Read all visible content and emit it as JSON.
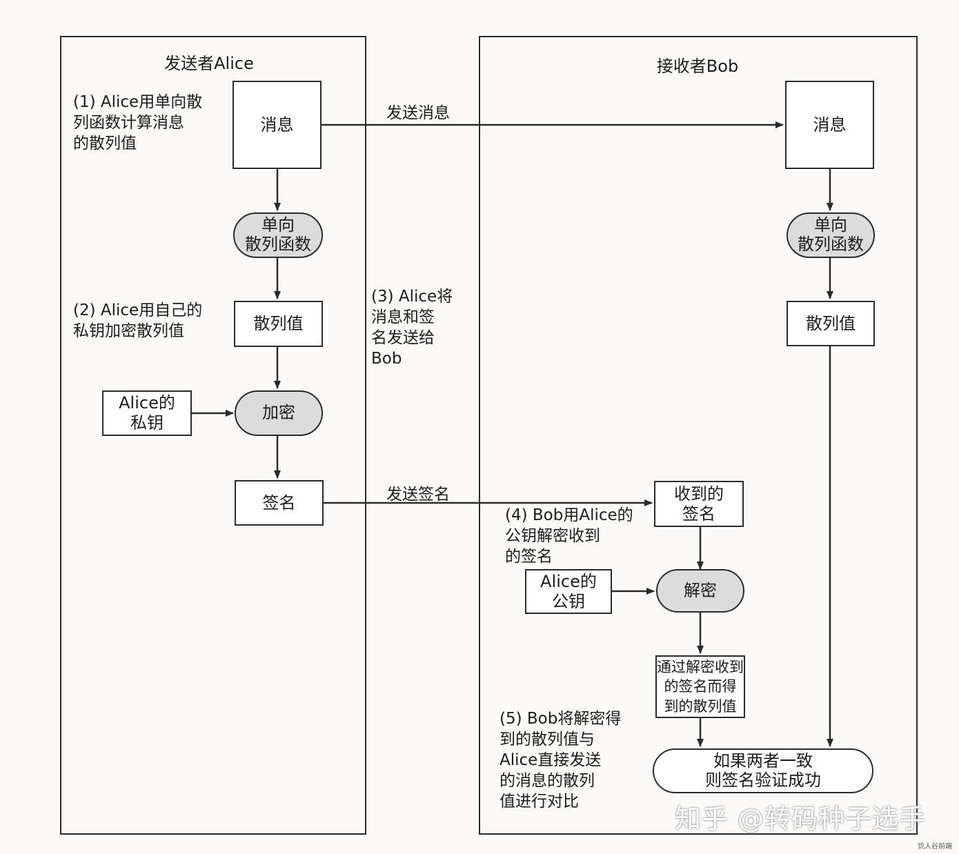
{
  "lanes": {
    "sender_title": "发送者Alice",
    "receiver_title": "接收者Bob"
  },
  "nodes": {
    "alice_message": "消息",
    "alice_hash_func": "单向\n散列函数",
    "alice_hash_value": "散列值",
    "alice_private_key": "Alice的\n私钥",
    "alice_encrypt": "加密",
    "alice_signature": "签名",
    "bob_message": "消息",
    "bob_hash_func": "单向\n散列函数",
    "bob_hash_value": "散列值",
    "bob_received_signature": "收到的\n签名",
    "bob_alice_public_key": "Alice的\n公钥",
    "bob_decrypt": "解密",
    "bob_decrypted_hash": "通过解密收到\n的签名而得\n到的散列值",
    "bob_compare": "如果两者一致\n则签名验证成功"
  },
  "edge_labels": {
    "send_message": "发送消息",
    "send_signature": "发送签名"
  },
  "notes": {
    "step1": "(1) Alice用单向散\n    列函数计算消息\n    的散列值",
    "step2": "(2) Alice用自己的\n    私钥加密散列值",
    "step3": "(3) Alice将\n    消息和签\n    名发送给\n    Bob",
    "step4": "(4) Bob用Alice的\n    公钥解密收到\n    的签名",
    "step5": "(5) Bob将解密得\n    到的散列值与\n    Alice直接发送\n    的消息的散列\n    值进行对比"
  },
  "watermark": {
    "main": "知乎 @转码种子选手",
    "small": "饥人谷前端"
  },
  "colors": {
    "line": "#2a2a2a",
    "pill_fill": "#dcdcdc",
    "background": "#fbfaf8"
  }
}
